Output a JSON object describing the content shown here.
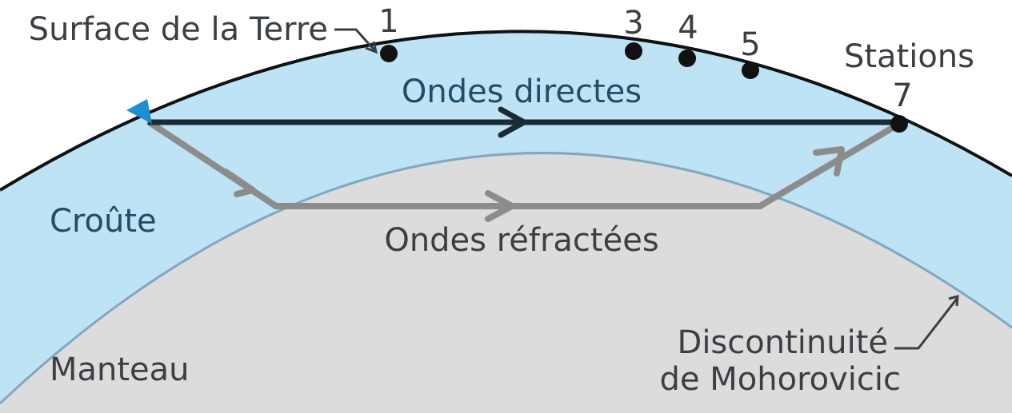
{
  "labels": {
    "surface": "Surface de la Terre",
    "stations_title": "Stations",
    "direct_waves": "Ondes directes",
    "refracted_waves": "Ondes réfractées",
    "crust": "Croûte",
    "mantle": "Manteau",
    "moho_line1": "Discontinuité",
    "moho_line2": "de Mohorovicic"
  },
  "stations": [
    "1",
    "3",
    "4",
    "5",
    "7"
  ],
  "colors": {
    "crust": "#bde3f5",
    "mantle": "#dcdcdc",
    "surface_line": "#111111",
    "direct_ray": "#1a2b36",
    "refracted_ray": "#8c8c8c",
    "moho_line": "#7fa8c2",
    "source": "#1d8fd0",
    "text": "#3b3f44"
  },
  "icons": {
    "source": "epicenter-flag-icon",
    "station": "station-dot-icon"
  }
}
